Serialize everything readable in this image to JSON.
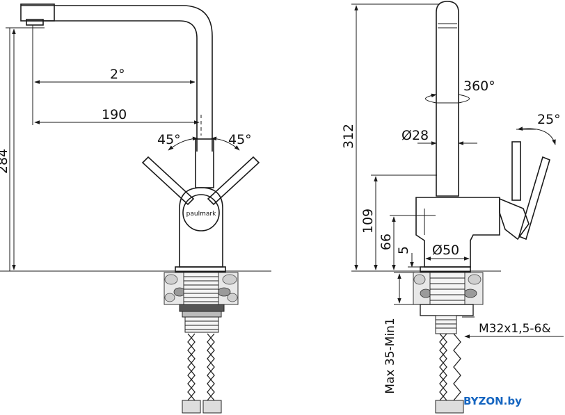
{
  "brand": "paulmark",
  "watermark": "BYZON.by",
  "front_view": {
    "height_total": "284",
    "reach_angle": "2°",
    "reach": "190",
    "lever_angle_left": "45°",
    "lever_angle_right": "45°"
  },
  "side_view": {
    "height_total": "312",
    "swivel": "360°",
    "body_diameter": "Ø28",
    "lever_angle": "25°",
    "height_body": "109",
    "height_lever_axis": "66",
    "base_offset": "5",
    "base_diameter": "Ø50",
    "mount_thickness": "Max 35-Min1",
    "thread": "M32x1,5-6&"
  }
}
